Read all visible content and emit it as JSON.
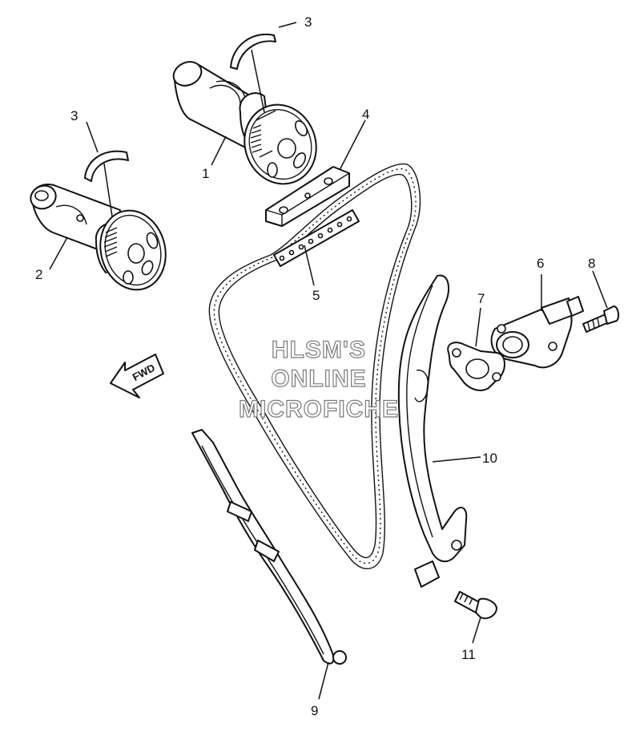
{
  "watermark": {
    "line1": "HLSM'S",
    "line2": "ONLINE",
    "line3": "MICROFICHE"
  },
  "direction_label": "FWD",
  "callouts": {
    "c1": "1",
    "c2": "2",
    "c3a": "3",
    "c3b": "3",
    "c4": "4",
    "c5": "5",
    "c6": "6",
    "c7": "7",
    "c8": "8",
    "c9": "9",
    "c10": "10",
    "c11": "11"
  },
  "colors": {
    "line": "#111111",
    "watermark_outline": "#7a7a7a",
    "background": "#ffffff"
  }
}
